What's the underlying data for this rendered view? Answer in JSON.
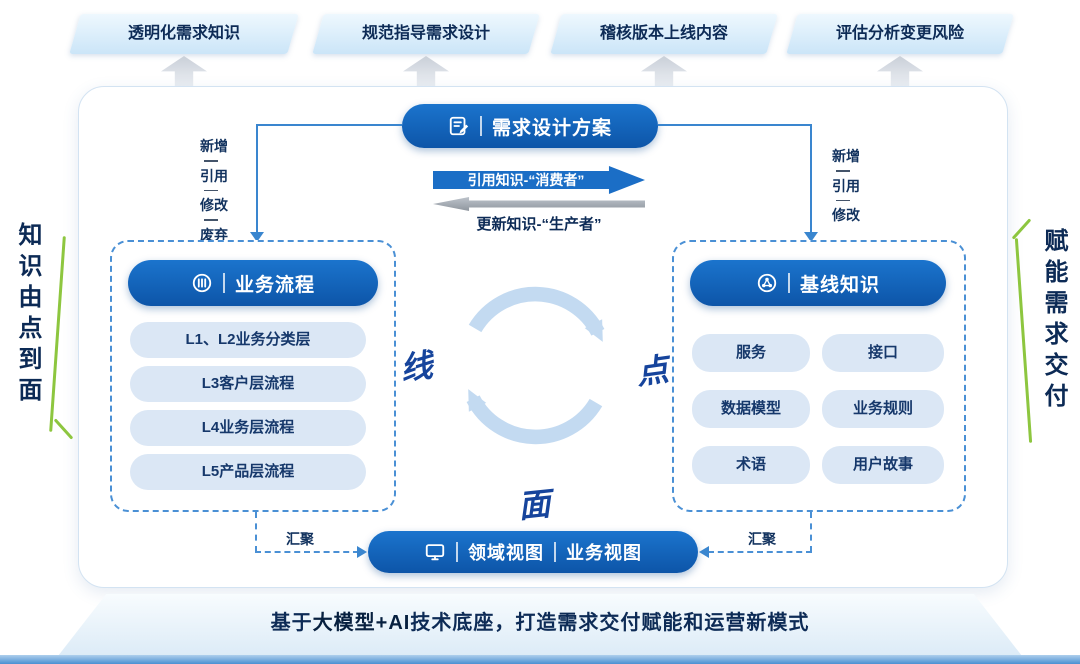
{
  "colors": {
    "primary_blue": "#1467bd",
    "light_pill": "#dbe7f5",
    "navy_text": "#0d2b56",
    "green_accent": "#8dc63f",
    "gray_arrow": "#9aa1a9"
  },
  "top_banners": [
    {
      "label": "透明化需求知识"
    },
    {
      "label": "规范指导需求设计"
    },
    {
      "label": "稽核版本上线内容"
    },
    {
      "label": "评估分析变更风险"
    }
  ],
  "sides": {
    "left_vertical_text": "知识由点到面",
    "right_vertical_text": "赋能需求交付"
  },
  "header_pill": {
    "title": "需求设计方案",
    "icon": "document-edit-icon"
  },
  "exchange": {
    "cite_label": "引用知识-“消费者”",
    "update_label": "更新知识-“生产者”"
  },
  "left_ops": [
    "新增",
    "引用",
    "修改",
    "废弃"
  ],
  "right_ops": [
    "新增",
    "引用",
    "修改"
  ],
  "process_panel": {
    "title": "业务流程",
    "icon": "process-list-icon",
    "items": [
      "L1、L2业务分类层",
      "L3客户层流程",
      "L4业务层流程",
      "L5产品层流程"
    ]
  },
  "knowledge_panel": {
    "title": "基线知识",
    "icon": "network-icon",
    "items": [
      "服务",
      "接口",
      "数据模型",
      "业务规则",
      "术语",
      "用户故事"
    ]
  },
  "cycle": {
    "left_char": "线",
    "right_char": "点",
    "bottom_char": "面"
  },
  "bottom_pill": {
    "icon": "monitor-icon",
    "left_label": "领域视图",
    "right_label": "业务视图"
  },
  "converge": {
    "left": "汇聚",
    "right": "汇聚"
  },
  "footer": {
    "prefix": "基于",
    "highlight": "大模型+AI",
    "suffix": "技术底座，打造需求交付赋能和运营新模式"
  }
}
